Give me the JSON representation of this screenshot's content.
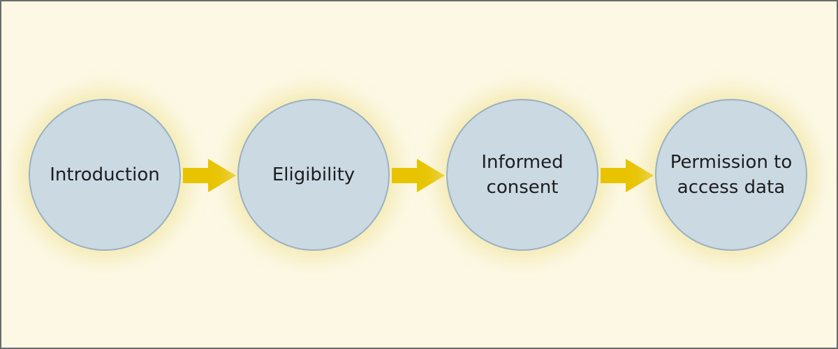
{
  "diagram": {
    "steps": [
      {
        "label": "Introduction"
      },
      {
        "label": "Eligibility"
      },
      {
        "label": "Informed\nconsent"
      },
      {
        "label": "Permission to\naccess data"
      }
    ],
    "colors": {
      "background": "#fcf8e3",
      "circle_fill": "#cbd9e3",
      "circle_border": "#9ab1c1",
      "arrow": "#e8c400",
      "frame": "#6b6b6b"
    }
  }
}
